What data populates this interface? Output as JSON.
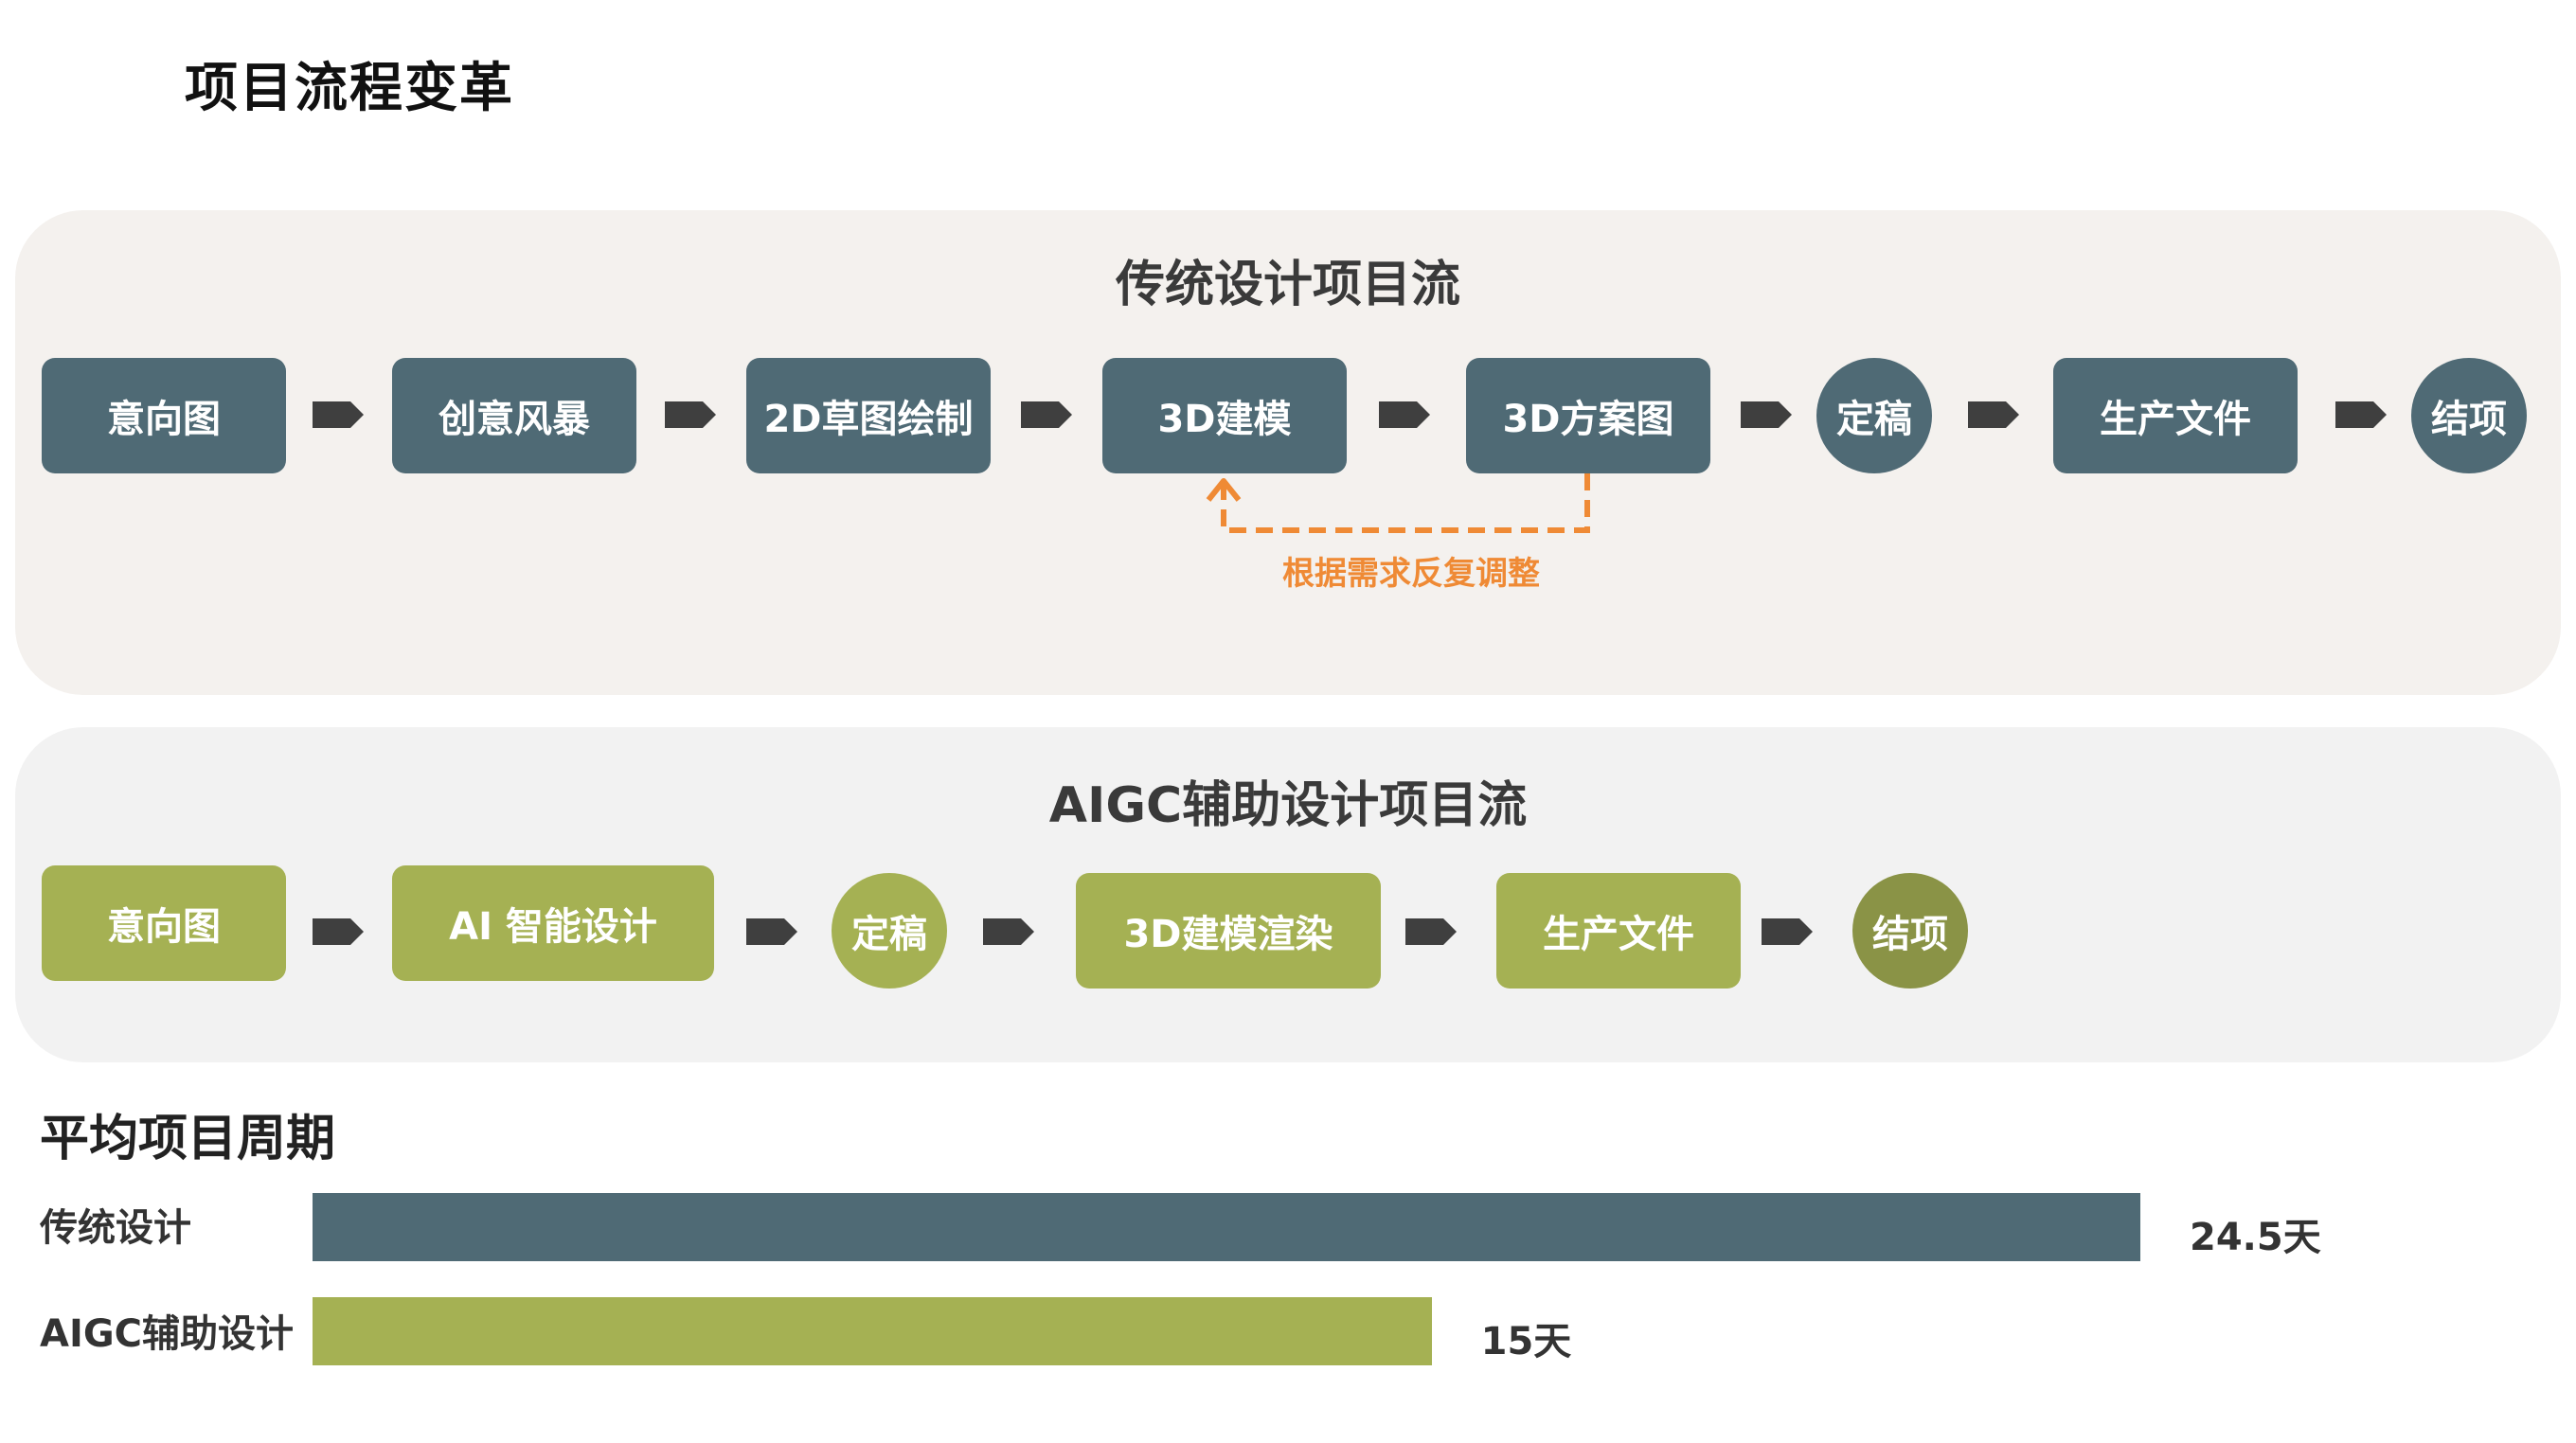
{
  "page_title": "项目流程变革",
  "traditional": {
    "title": "传统设计项目流",
    "steps": [
      "意向图",
      "创意风暴",
      "2D草图绘制",
      "3D建模",
      "3D方案图",
      "定稿",
      "生产文件",
      "结项"
    ],
    "loop_label": "根据需求反复调整"
  },
  "aigc": {
    "title": "AIGC辅助设计项目流",
    "steps": [
      "意向图",
      "AI 智能设计",
      "定稿",
      "3D建模渲染",
      "生产文件",
      "结项"
    ]
  },
  "colors": {
    "traditional_node": "#4f6a75",
    "aigc_node": "#a5b153",
    "aigc_end_node": "#8a9346",
    "loop_arrow": "#ef8a35",
    "flow_arrow": "#3f3f3f"
  },
  "chart_data": {
    "type": "bar",
    "orientation": "horizontal",
    "title": "平均项目周期",
    "categories": [
      "传统设计",
      "AIGC辅助设计"
    ],
    "values": [
      24.5,
      15
    ],
    "value_labels": [
      "24.5天",
      "15天"
    ],
    "colors": [
      "#4f6a75",
      "#a5b153"
    ],
    "xlim": [
      0,
      24.5
    ],
    "grid": false
  }
}
